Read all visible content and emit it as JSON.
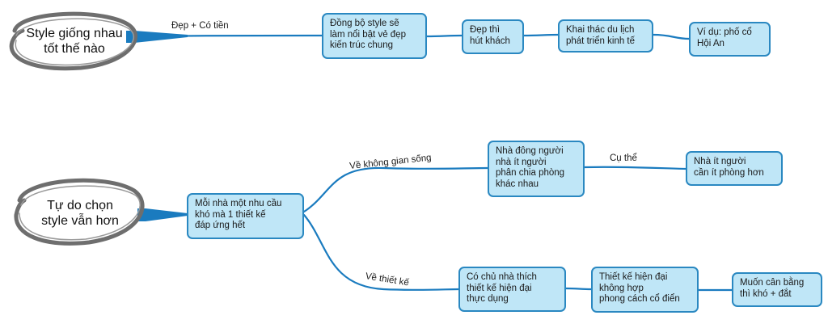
{
  "colors": {
    "node_fill": "#bfe6f7",
    "node_border": "#2a88c1",
    "connector": "#1a7bbf",
    "central_ring": "#7a7a7a"
  },
  "maps": [
    {
      "central": "Style giống nhau\ntốt thế nào",
      "edge_label": "Đẹp + Có tiền",
      "nodes": [
        "Đồng bộ style sẽ\nlàm nổi bật vẻ đẹp\nkiến trúc chung",
        "Đẹp thì\nhút khách",
        "Khai thác du lịch\nphát triển kinh tế",
        "Ví dụ: phố cổ\nHội An"
      ]
    },
    {
      "central": "Tự do chọn\nstyle vẫn hơn",
      "root_node": "Mỗi nhà một nhu cầu\nkhó mà 1 thiết kế\nđáp ứng hết",
      "branches": [
        {
          "label": "Về không gian sống",
          "node": "Nhà đông người\nnhà ít người\nphân chia phòng\nkhác nhau",
          "sub_label": "Cụ thể",
          "sub_nodes": [
            "Nhà ít người\ncần ít phòng hơn"
          ]
        },
        {
          "label": "Về thiết kế",
          "node": "Có chủ nhà thích\nthiết kế hiện đại\nthực dụng",
          "sub_nodes": [
            "Thiết kế hiện đại\nkhông hợp\nphong cách cổ điển",
            "Muốn cân bằng\nthì khó + đắt"
          ]
        }
      ]
    }
  ]
}
